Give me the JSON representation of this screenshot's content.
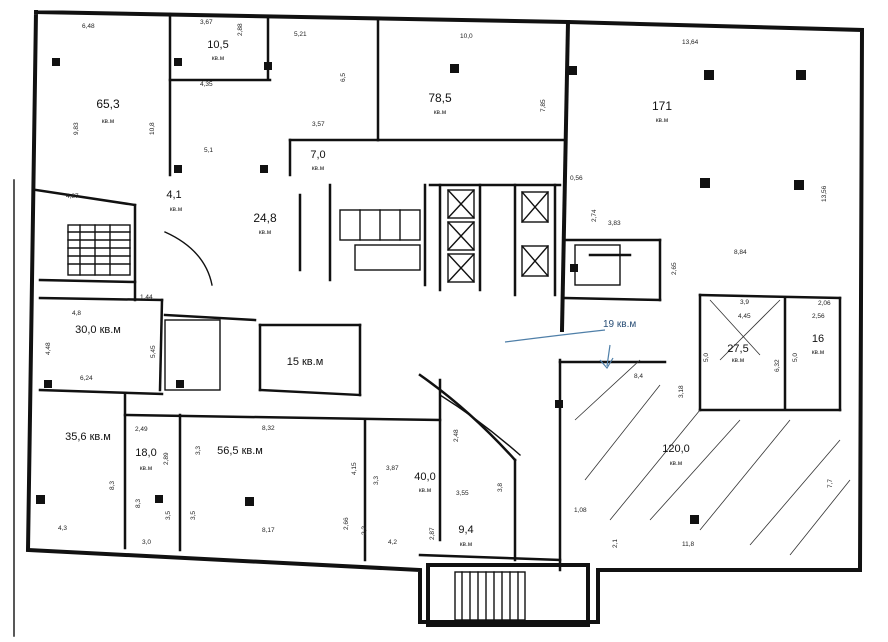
{
  "rooms": [
    {
      "id": "r1",
      "area": "65,3",
      "unit": "кв.м"
    },
    {
      "id": "r2",
      "area": "10,5",
      "unit": "кв.м"
    },
    {
      "id": "r3",
      "area": "78,5",
      "unit": "кв.м"
    },
    {
      "id": "r4",
      "area": "171",
      "unit": "кв.м"
    },
    {
      "id": "r5",
      "area": "7,0",
      "unit": "кв.м"
    },
    {
      "id": "r6",
      "area": "4,1",
      "unit": "кв.м"
    },
    {
      "id": "r7",
      "area": "24,8",
      "unit": "кв.м"
    },
    {
      "id": "r8",
      "area": "30,0 кв.м",
      "unit": ""
    },
    {
      "id": "r9",
      "area": "15 кв.м",
      "unit": ""
    },
    {
      "id": "r10",
      "area": "27,5",
      "unit": "кв.м"
    },
    {
      "id": "r11",
      "area": "16",
      "unit": "кв.м"
    },
    {
      "id": "r12",
      "area": "35,6 кв.м",
      "unit": ""
    },
    {
      "id": "r13",
      "area": "18,0",
      "unit": "кв.м"
    },
    {
      "id": "r14",
      "area": "56,5 кв.м",
      "unit": ""
    },
    {
      "id": "r15",
      "area": "40,0",
      "unit": "кв.м"
    },
    {
      "id": "r16",
      "area": "120,0",
      "unit": "кв.м"
    },
    {
      "id": "r17",
      "area": "9,4",
      "unit": "кв.м"
    }
  ],
  "handwritten_note": "19 кв.м",
  "dimensions": [
    "6,48",
    "3,67",
    "2,88",
    "5,21",
    "10,0",
    "13,64",
    "4,35",
    "6,5",
    "9,83",
    "10,8",
    "3,57",
    "7,85",
    "5,1",
    "0,56",
    "13,56",
    "4,87",
    "2,74",
    "3,83",
    "8,84",
    "2,65",
    "1,44",
    "4,8",
    "4,48",
    "5,45",
    "6,24",
    "3,9",
    "2,06",
    "4,45",
    "2,56",
    "5,0",
    "6,32",
    "5,0",
    "8,4",
    "3,18",
    "2,49",
    "8,32",
    "3,3",
    "2,48",
    "4,15",
    "3,87",
    "3,3",
    "3,55",
    "3,8",
    "8,3",
    "8,3",
    "3,5",
    "3,5",
    "2,66",
    "2,2",
    "2,87",
    "4,3",
    "3,0",
    "8,17",
    "4,2",
    "1,08",
    "2,1",
    "11,8",
    "7,7",
    "2,89"
  ]
}
